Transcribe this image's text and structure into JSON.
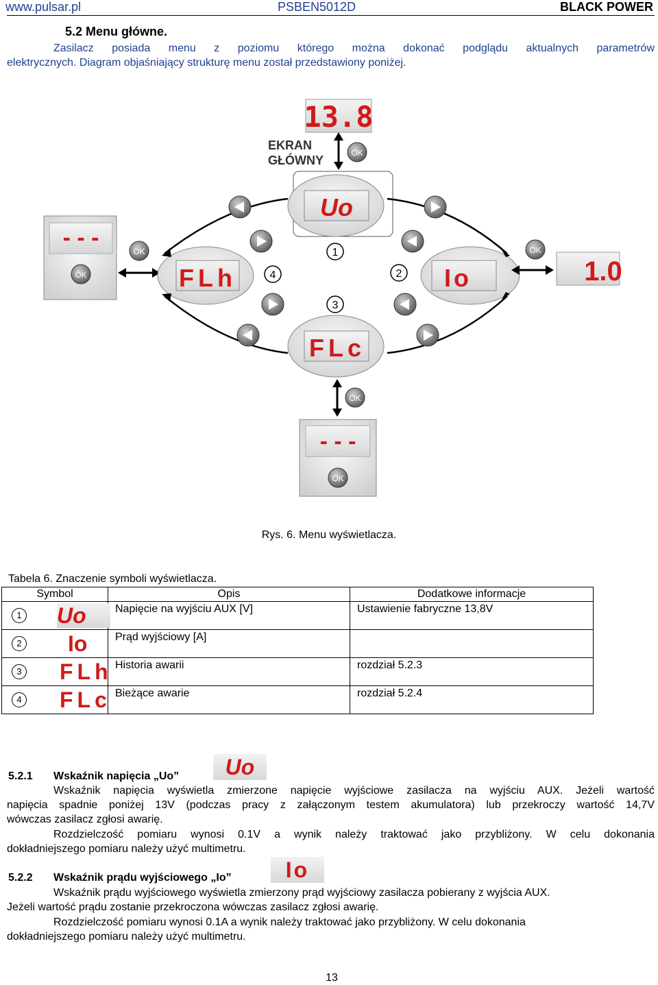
{
  "header": {
    "left": "www.pulsar.pl",
    "center": "PSBEN5012D",
    "right": "BLACK POWER"
  },
  "section": {
    "num": "5.2",
    "title": "Menu główne.",
    "p1_line1": "Zasilacz posiada menu z poziomu którego można dokonać podglądu aktualnych parametrów",
    "p1_line2": "elektrycznych. Diagram objaśniający strukturę menu został przedstawiony poniżej."
  },
  "diagram": {
    "main_screen_label_1": "EKRAN",
    "main_screen_label_2": "GŁÓWNY",
    "ok_label": "OK",
    "displays": {
      "main": "13.8",
      "uo": "Uo",
      "io": "Io",
      "flh": "FLh",
      "flc": "FLc",
      "dash": "- - -",
      "current_val": "1.0"
    },
    "numbers": [
      "1",
      "2",
      "3",
      "4"
    ],
    "caption": "Rys. 6. Menu wyświetlacza."
  },
  "table": {
    "title": "Tabela 6. Znaczenie symboli wyświetlacza.",
    "headers": [
      "Symbol",
      "Opis",
      "Dodatkowe informacje"
    ],
    "rows": [
      {
        "num": "1",
        "symbol": "Uo",
        "desc": "Napięcie na wyjściu AUX [V]",
        "info": "Ustawienie fabryczne 13,8V"
      },
      {
        "num": "2",
        "symbol": "Io",
        "desc": "Prąd wyjściowy [A]",
        "info": ""
      },
      {
        "num": "3",
        "symbol": "FLh",
        "desc": "Historia awarii",
        "info": "rozdział 5.2.3"
      },
      {
        "num": "4",
        "symbol": "FLc",
        "desc": "Bieżące awarie",
        "info": "rozdział 5.2.4"
      }
    ]
  },
  "s521": {
    "num": "5.2.1",
    "title": "Wskaźnik napięcia „Uo”",
    "symbol": "Uo",
    "l1": "Wskaźnik napięcia wyświetla zmierzone napięcie wyjściowe zasilacza na wyjściu AUX. Jeżeli wartość",
    "l2": "napięcia spadnie poniżej 13V (podczas pracy z załączonym testem akumulatora) lub przekroczy wartość 14,7V",
    "l3": "wówczas zasilacz zgłosi awarię.",
    "l4": "Rozdzielczość pomiaru wynosi 0.1V a wynik należy traktować jako przybliżony. W celu dokonania",
    "l5": "dokładniejszego pomiaru należy użyć multimetru."
  },
  "s522": {
    "num": "5.2.2",
    "title": "Wskaźnik prądu wyjściowego „Io”",
    "symbol": "Io",
    "l1": "Wskaźnik prądu wyjściowego wyświetla zmierzony prąd wyjściowy zasilacza pobierany z wyjścia AUX.",
    "l2": "Jeżeli wartość prądu zostanie przekroczona wówczas zasilacz zgłosi awarię.",
    "l3": "Rozdzielczość pomiaru wynosi 0.1A a wynik należy traktować jako przybliżony. W celu dokonania",
    "l4": "dokładniejszego pomiaru należy użyć multimetru."
  },
  "page_number": "13"
}
